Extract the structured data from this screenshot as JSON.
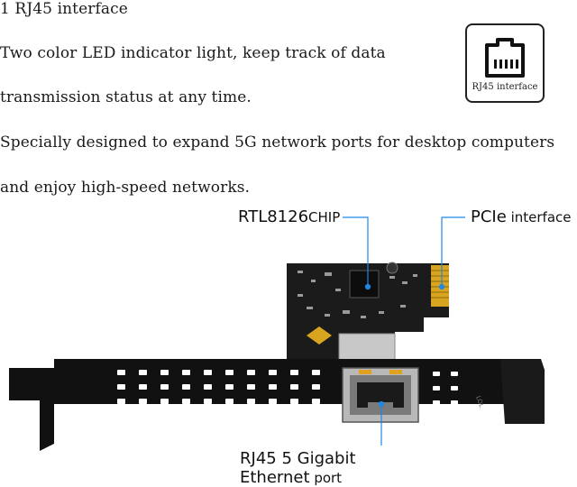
{
  "description_lines": [
    "1 RJ45 interface",
    "Two color LED indicator light, keep track of data",
    "transmission status at any time.",
    "Specially designed to expand 5G network ports for desktop computers",
    "and enjoy high-speed networks."
  ],
  "icon": {
    "name": "rj45-port-icon",
    "caption": "RJ45 interface"
  },
  "callouts": {
    "chip_bold": "RTL8126",
    "chip_rest": "CHIP",
    "pcie_bold": "PCIe",
    "pcie_rest": " interface",
    "port_line1": "RJ45 5 Gigabit",
    "port_line2_bold": "Ethernet",
    "port_line2_rest": " port"
  },
  "colors": {
    "callout_line": "#1e88e5",
    "pcb": "#1b1b1b",
    "bracket": "#111111",
    "gold_contacts": "#d9a520",
    "silver": "#c8c8c8"
  }
}
